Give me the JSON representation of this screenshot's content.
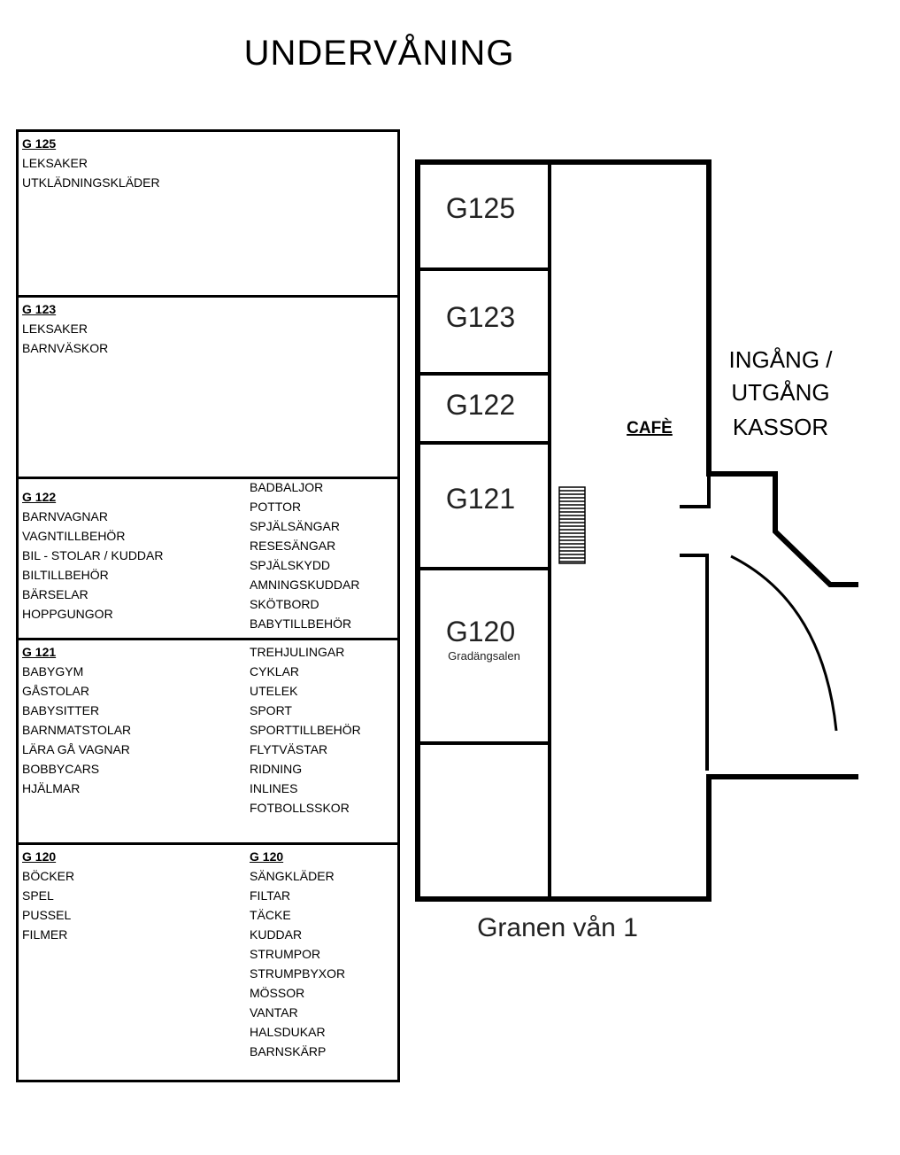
{
  "title": "UNDERVÅNING",
  "directory": [
    {
      "left": {
        "heading": "G 125",
        "items": [
          "LEKSAKER",
          "UTKLÄDNINGSKLÄDER"
        ]
      },
      "right": {
        "heading": null,
        "items": []
      }
    },
    {
      "left": {
        "heading": "G 123",
        "items": [
          "LEKSAKER",
          "BARNVÄSKOR"
        ]
      },
      "right": {
        "heading": null,
        "items": []
      }
    },
    {
      "left": {
        "heading": "G 122",
        "items": [
          "BARNVAGNAR",
          "VAGNTILLBEHÖR",
          "BIL - STOLAR / KUDDAR",
          "BILTILLBEHÖR",
          "BÄRSELAR",
          "HOPPGUNGOR"
        ]
      },
      "right": {
        "heading": null,
        "items": [
          "BADBALJOR",
          "POTTOR",
          "SPJÄLSÄNGAR",
          "RESESÄNGAR",
          "SPJÄLSKYDD",
          "AMNINGSKUDDAR",
          "SKÖTBORD",
          "BABYTILLBEHÖR"
        ]
      }
    },
    {
      "left": {
        "heading": "G 121",
        "items": [
          "BABYGYM",
          "GÅSTOLAR",
          "BABYSITTER",
          "BARNMATSTOLAR",
          "LÄRA GÅ VAGNAR",
          "BOBBYCARS",
          "HJÄLMAR"
        ]
      },
      "right": {
        "heading": null,
        "items": [
          "TREHJULINGAR",
          "CYKLAR",
          "UTELEK",
          "SPORT",
          "SPORTTILLBEHÖR",
          "FLYTVÄSTAR",
          "RIDNING",
          "INLINES",
          "FOTBOLLSSKOR"
        ]
      }
    },
    {
      "left": {
        "heading": "G 120",
        "items": [
          "BÖCKER",
          "SPEL",
          "PUSSEL",
          "FILMER"
        ]
      },
      "right": {
        "heading": "G 120",
        "items": [
          "SÄNGKLÄDER",
          "FILTAR",
          "TÄCKE",
          "KUDDAR",
          "STRUMPOR",
          "STRUMPBYXOR",
          "MÖSSOR",
          "VANTAR",
          "HALSDUKAR",
          "BARNSKÄRP"
        ]
      }
    }
  ],
  "plan": {
    "rooms": [
      "G125",
      "G123",
      "G122",
      "G121",
      "G120"
    ],
    "g120_sub": "Gradängsalen",
    "cafe": "CAFÈ",
    "entrance": [
      "INGÅNG /",
      "UTGÅNG",
      "KASSOR"
    ],
    "caption": "Granen vån 1"
  }
}
